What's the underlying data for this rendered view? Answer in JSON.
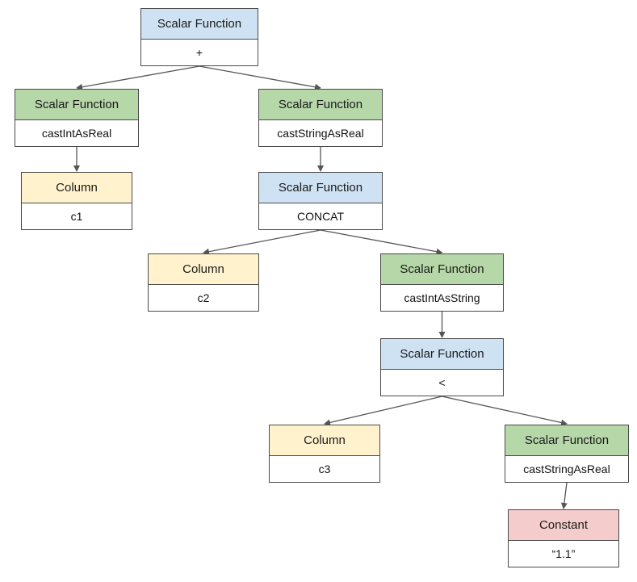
{
  "nodes": [
    {
      "id": "n1",
      "type": "Scalar Function",
      "value": "+",
      "color": "#cfe2f3"
    },
    {
      "id": "n2",
      "type": "Scalar Function",
      "value": "castIntAsReal",
      "color": "#b6d7a8"
    },
    {
      "id": "n3",
      "type": "Scalar Function",
      "value": "castStringAsReal",
      "color": "#b6d7a8"
    },
    {
      "id": "n4",
      "type": "Column",
      "value": "c1",
      "color": "#fff2cc"
    },
    {
      "id": "n5",
      "type": "Scalar Function",
      "value": "CONCAT",
      "color": "#cfe2f3"
    },
    {
      "id": "n6",
      "type": "Column",
      "value": "c2",
      "color": "#fff2cc"
    },
    {
      "id": "n7",
      "type": "Scalar Function",
      "value": "castIntAsString",
      "color": "#b6d7a8"
    },
    {
      "id": "n8",
      "type": "Scalar Function",
      "value": "<",
      "color": "#cfe2f3"
    },
    {
      "id": "n9",
      "type": "Column",
      "value": "c3",
      "color": "#fff2cc"
    },
    {
      "id": "n10",
      "type": "Scalar Function",
      "value": "castStringAsReal",
      "color": "#b6d7a8"
    },
    {
      "id": "n11",
      "type": "Constant",
      "value": "“1.1”",
      "color": "#f4cccc"
    }
  ],
  "edges": [
    {
      "from": "n1",
      "to": "n2"
    },
    {
      "from": "n1",
      "to": "n3"
    },
    {
      "from": "n2",
      "to": "n4"
    },
    {
      "from": "n3",
      "to": "n5"
    },
    {
      "from": "n5",
      "to": "n6"
    },
    {
      "from": "n5",
      "to": "n7"
    },
    {
      "from": "n7",
      "to": "n8"
    },
    {
      "from": "n8",
      "to": "n9"
    },
    {
      "from": "n8",
      "to": "n10"
    },
    {
      "from": "n10",
      "to": "n11"
    }
  ],
  "colors": {
    "scalar_blue": "#cfe2f3",
    "scalar_green": "#b6d7a8",
    "column_yellow": "#fff2cc",
    "constant_red": "#f4cccc",
    "edge": "#555555"
  }
}
